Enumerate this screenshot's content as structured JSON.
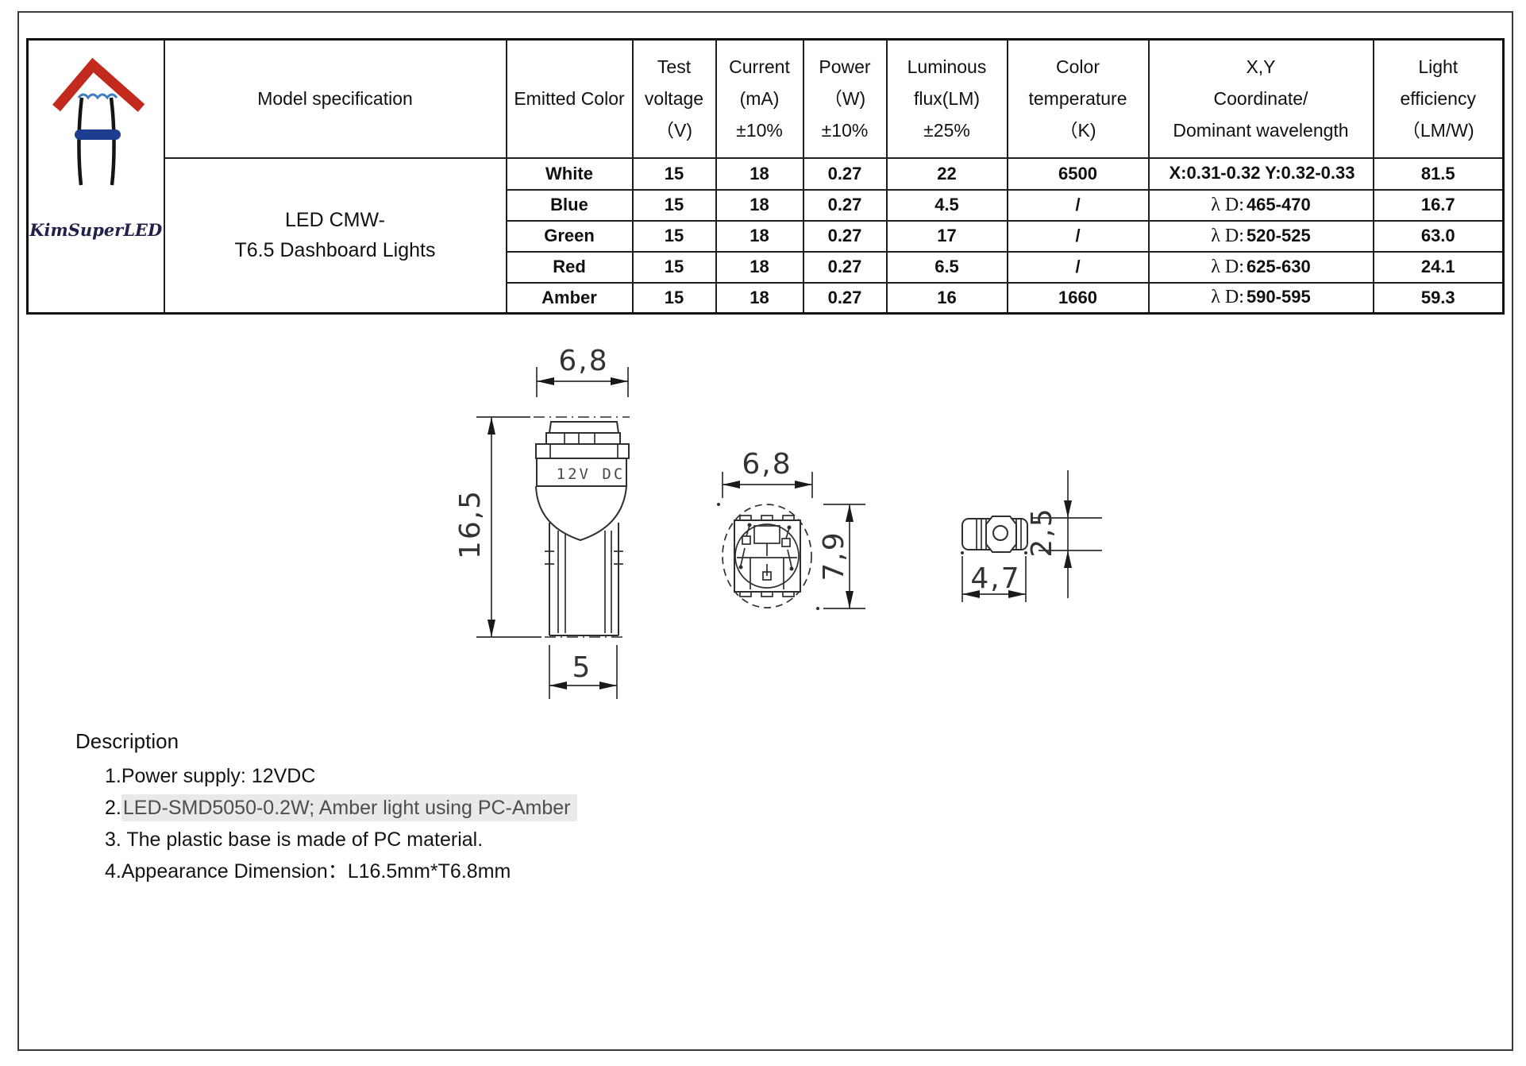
{
  "page": {
    "background": "#ffffff",
    "frame_color": "#3a3a3a"
  },
  "logo": {
    "brand": "KimSuperLED",
    "roof_color": "#c32a1e",
    "wave_color": "#3f7cc4",
    "bar_color": "#1d3e90",
    "filament_color": "#141414",
    "brand_color": "#20204a"
  },
  "table": {
    "model_header": "Model specification",
    "emitted_header": "Emitted Color",
    "header_cols": [
      {
        "lines": [
          "Test",
          "voltage",
          "（V)"
        ]
      },
      {
        "lines": [
          "Current",
          "(mA)",
          "±10%"
        ]
      },
      {
        "lines": [
          "Power",
          "（W)",
          "±10%"
        ]
      },
      {
        "lines": [
          "Luminous",
          "flux(LM)",
          "±25%"
        ]
      },
      {
        "lines": [
          "Color",
          "temperature",
          "（K)"
        ]
      },
      {
        "lines": [
          "X,Y",
          "Coordinate/",
          "Dominant wavelength"
        ]
      },
      {
        "lines": [
          "Light",
          "efficiency",
          "（LM/W)"
        ]
      }
    ],
    "model_lines": [
      "LED CMW-",
      "T6.5 Dashboard Lights"
    ],
    "rows": [
      {
        "color": "White",
        "voltage": "15",
        "current": "18",
        "power": "0.27",
        "flux": "22",
        "temp": "6500",
        "wl_prefix": "",
        "wl_value": "X:0.31-0.32 Y:0.32-0.33",
        "eff": "81.5"
      },
      {
        "color": "Blue",
        "voltage": "15",
        "current": "18",
        "power": "0.27",
        "flux": "4.5",
        "temp": "/",
        "wl_prefix": "λ D:",
        "wl_value": "465-470",
        "eff": "16.7"
      },
      {
        "color": "Green",
        "voltage": "15",
        "current": "18",
        "power": "0.27",
        "flux": "17",
        "temp": "/",
        "wl_prefix": "λ D:",
        "wl_value": "520-525",
        "eff": "63.0"
      },
      {
        "color": "Red",
        "voltage": "15",
        "current": "18",
        "power": "0.27",
        "flux": "6.5",
        "temp": "/",
        "wl_prefix": "λ D:",
        "wl_value": "625-630",
        "eff": "24.1"
      },
      {
        "color": "Amber",
        "voltage": "15",
        "current": "18",
        "power": "0.27",
        "flux": "16",
        "temp": "1660",
        "wl_prefix": "λ D:",
        "wl_value": "590-595",
        "eff": "59.3"
      }
    ]
  },
  "drawings": {
    "front": {
      "top_width": "6,8",
      "height": "16,5",
      "base_width": "5",
      "marking": "12V DC"
    },
    "top": {
      "width": "6,8",
      "depth": "7,9"
    },
    "side": {
      "length": "4,7",
      "thickness": "2,5"
    }
  },
  "description": {
    "title": "Description",
    "items": [
      {
        "prefix": "",
        "text": "1.Power supply: 12VDC"
      },
      {
        "prefix": "2.",
        "text": "LED-SMD5050-0.2W; Amber light using PC-Amber"
      },
      {
        "prefix": "",
        "text": "3. The plastic base is made of PC material."
      },
      {
        "prefix": "",
        "text": "4.Appearance Dimension：L16.5mm*T6.8mm"
      }
    ]
  }
}
